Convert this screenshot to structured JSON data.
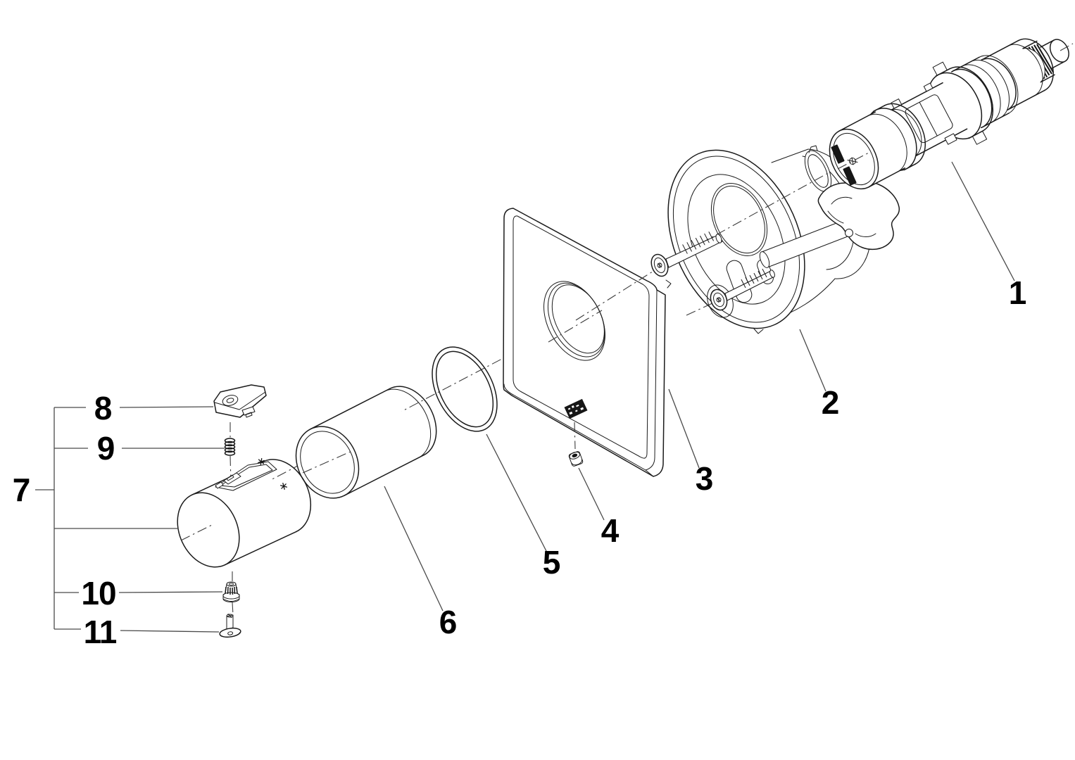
{
  "figure": {
    "background_color": "#ffffff",
    "line_color": "#1b1b1b",
    "callout_color": "#000000",
    "callouts": {
      "n1": "1",
      "n2": "2",
      "n3": "3",
      "n4": "4",
      "n5": "5",
      "n6": "6",
      "n7": "7",
      "n8": "8",
      "n9": "9",
      "n10": "10",
      "n11": "11"
    },
    "icons": {
      "handle_markings": [
        "snowflake-icon",
        "snowflake-icon"
      ]
    }
  }
}
